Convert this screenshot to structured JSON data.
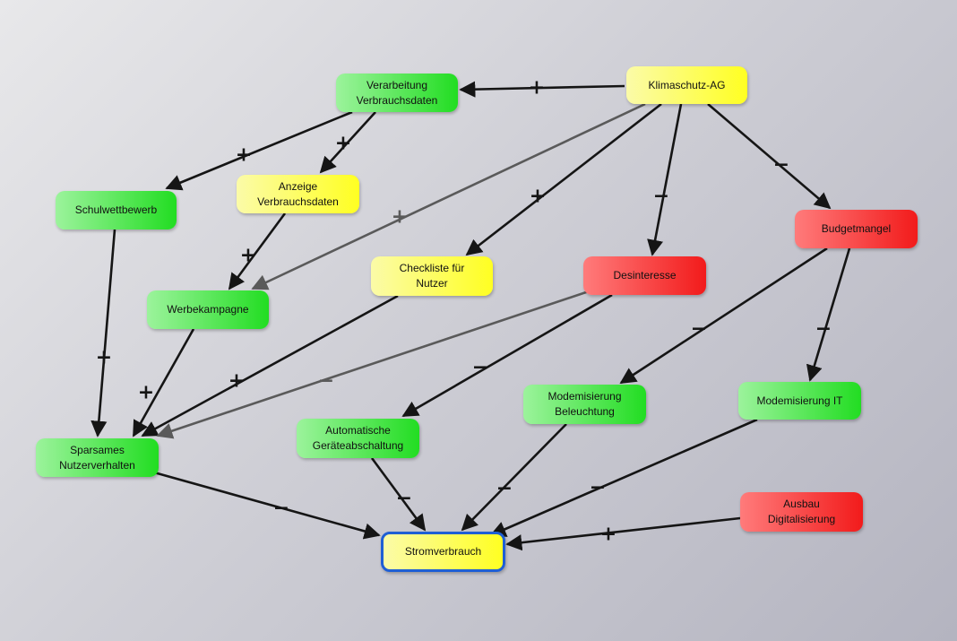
{
  "nodes": [
    {
      "id": "klimaschutz",
      "label": "Klimaschutz-AG",
      "color": "yellow"
    },
    {
      "id": "verarbeitung",
      "label": "Verarbeitung\nVerbrauchsdaten",
      "color": "green"
    },
    {
      "id": "schulwettbewerb",
      "label": "Schulwettbewerb",
      "color": "green"
    },
    {
      "id": "anzeige",
      "label": "Anzeige\nVerbrauchsdaten",
      "color": "yellow"
    },
    {
      "id": "werbekampagne",
      "label": "Werbekampagne",
      "color": "green"
    },
    {
      "id": "checkliste",
      "label": "Checkliste für\nNutzer",
      "color": "yellow"
    },
    {
      "id": "desinteresse",
      "label": "Desinteresse",
      "color": "red"
    },
    {
      "id": "budgetmangel",
      "label": "Budgetmangel",
      "color": "red"
    },
    {
      "id": "sparsames",
      "label": "Sparsames\nNutzerverhalten",
      "color": "green"
    },
    {
      "id": "automatische",
      "label": "Automatische\nGeräteabschaltung",
      "color": "green"
    },
    {
      "id": "modbeleuchtung",
      "label": "Modemisierung\nBeleuchtung",
      "color": "green"
    },
    {
      "id": "modit",
      "label": "Modemisierung IT",
      "color": "green"
    },
    {
      "id": "ausbau",
      "label": "Ausbau\nDigitalisierung",
      "color": "red"
    },
    {
      "id": "stromverbrauch",
      "label": "Stromverbrauch",
      "color": "yellow",
      "target": true
    }
  ],
  "edges": [
    {
      "from": "klimaschutz",
      "to": "verarbeitung",
      "sign": "+"
    },
    {
      "from": "klimaschutz",
      "to": "werbekampagne",
      "sign": "+",
      "style": "gray"
    },
    {
      "from": "klimaschutz",
      "to": "checkliste",
      "sign": "+"
    },
    {
      "from": "klimaschutz",
      "to": "desinteresse",
      "sign": "−"
    },
    {
      "from": "klimaschutz",
      "to": "budgetmangel",
      "sign": "−"
    },
    {
      "from": "verarbeitung",
      "to": "schulwettbewerb",
      "sign": "+"
    },
    {
      "from": "verarbeitung",
      "to": "anzeige",
      "sign": "+"
    },
    {
      "from": "anzeige",
      "to": "werbekampagne",
      "sign": "+"
    },
    {
      "from": "schulwettbewerb",
      "to": "sparsames",
      "sign": "+"
    },
    {
      "from": "werbekampagne",
      "to": "sparsames",
      "sign": "+"
    },
    {
      "from": "checkliste",
      "to": "sparsames",
      "sign": "+"
    },
    {
      "from": "desinteresse",
      "to": "sparsames",
      "sign": "−",
      "style": "gray"
    },
    {
      "from": "desinteresse",
      "to": "automatische",
      "sign": "−"
    },
    {
      "from": "budgetmangel",
      "to": "modbeleuchtung",
      "sign": "−"
    },
    {
      "from": "budgetmangel",
      "to": "modit",
      "sign": "−"
    },
    {
      "from": "sparsames",
      "to": "stromverbrauch",
      "sign": "−"
    },
    {
      "from": "automatische",
      "to": "stromverbrauch",
      "sign": "−"
    },
    {
      "from": "modbeleuchtung",
      "to": "stromverbrauch",
      "sign": "−"
    },
    {
      "from": "modit",
      "to": "stromverbrauch",
      "sign": "−"
    },
    {
      "from": "ausbau",
      "to": "stromverbrauch",
      "sign": "+"
    }
  ],
  "colors": {
    "edge": "#151515",
    "edge_gray": "#5a5a5a",
    "target_border": "#1f5fd4"
  }
}
